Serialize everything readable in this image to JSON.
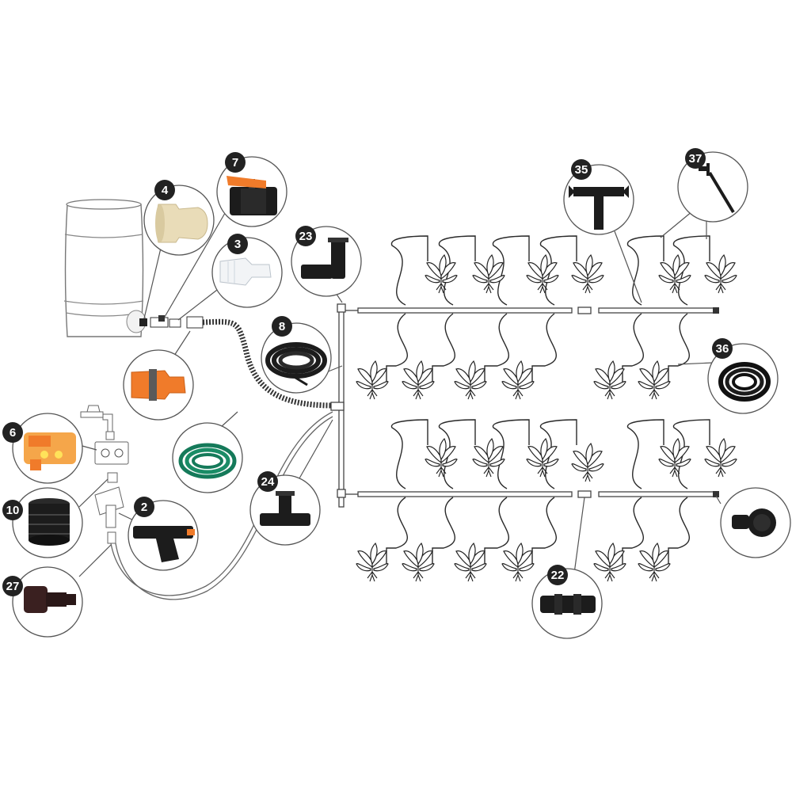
{
  "colors": {
    "badge": "#222222",
    "orange": "#f07b2a",
    "cream": "#e9dcb8",
    "green_hose": "#157a5a",
    "black_part": "#1c1c1c",
    "line": "#444444"
  },
  "callouts": [
    {
      "id": "c7",
      "label": "7",
      "icon": "ball-valve-icon"
    },
    {
      "id": "c4",
      "label": "4",
      "icon": "barrel-adapter-icon"
    },
    {
      "id": "c3",
      "label": "3",
      "icon": "hose-connector-icon"
    },
    {
      "id": "c23",
      "label": "23",
      "icon": "elbow-fitting-icon"
    },
    {
      "id": "c8",
      "label": "8",
      "icon": "black-tubing-coil-icon"
    },
    {
      "id": "c6",
      "label": "6",
      "icon": "water-timer-icon"
    },
    {
      "id": "c10",
      "label": "10",
      "icon": "threaded-adapter-icon"
    },
    {
      "id": "c2",
      "label": "2",
      "icon": "y-filter-icon"
    },
    {
      "id": "c27",
      "label": "27",
      "icon": "hose-barb-adapter-icon"
    },
    {
      "id": "c24",
      "label": "24",
      "icon": "tee-fitting-icon"
    },
    {
      "id": "c35",
      "label": "35",
      "icon": "barbed-tee-icon"
    },
    {
      "id": "c37",
      "label": "37",
      "icon": "drip-stake-icon"
    },
    {
      "id": "c36",
      "label": "36",
      "icon": "micro-tubing-coil-icon"
    },
    {
      "id": "c22",
      "label": "22",
      "icon": "straight-coupler-icon"
    },
    {
      "id": "cEnd",
      "label": "",
      "icon": "end-plug-icon"
    }
  ]
}
